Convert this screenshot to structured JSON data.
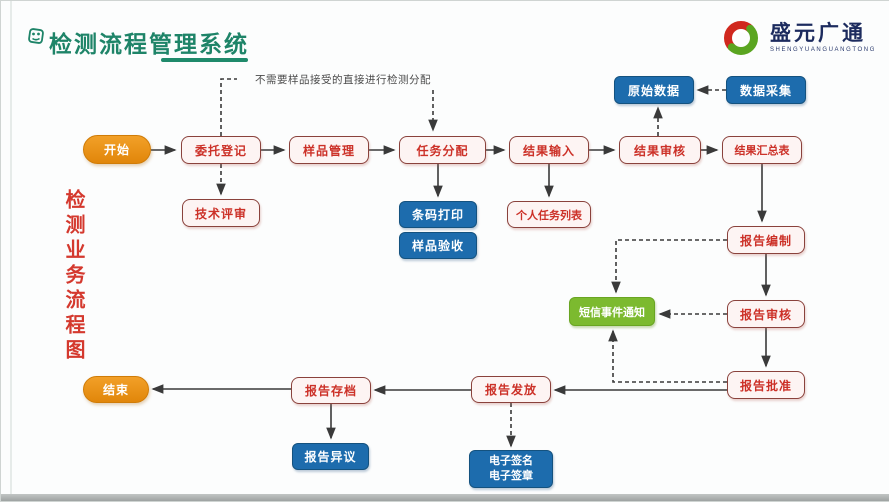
{
  "header": {
    "title": "检测流程管理系统",
    "logo_name": "盛元广通",
    "logo_sub": "SHENGYUANGUANGTONG"
  },
  "side_label": "检测业务流程图",
  "annotation": "不需要样品接受的直接进行检测分配",
  "nodes": {
    "start": "开始",
    "end": "结束",
    "commission_register": "委托登记",
    "sample_manage": "样品管理",
    "task_assign": "任务分配",
    "result_input": "结果输入",
    "result_review": "结果审核",
    "result_summary": "结果汇总表",
    "tech_review": "技术评审",
    "barcode_print": "条码打印",
    "sample_accept": "样品验收",
    "personal_task_list": "个人任务列表",
    "raw_data": "原始数据",
    "data_collect": "数据采集",
    "report_compile": "报告编制",
    "report_review": "报告审核",
    "report_approve": "报告批准",
    "sms_event_notify": "短信事件通知",
    "report_issue": "报告发放",
    "report_archive": "报告存档",
    "report_objection": "报告异议",
    "e_signature": "电子签名",
    "e_seal": "电子签章"
  },
  "colors": {
    "title_green": "#1e8468",
    "process_red": "#cc3128",
    "aux_blue": "#1d6cad",
    "notify_green": "#7cba2f",
    "terminal_orange": "#e8920f",
    "logo_navy": "#1c2b5e",
    "logo_red": "#d0281e",
    "logo_green": "#5aa520"
  }
}
